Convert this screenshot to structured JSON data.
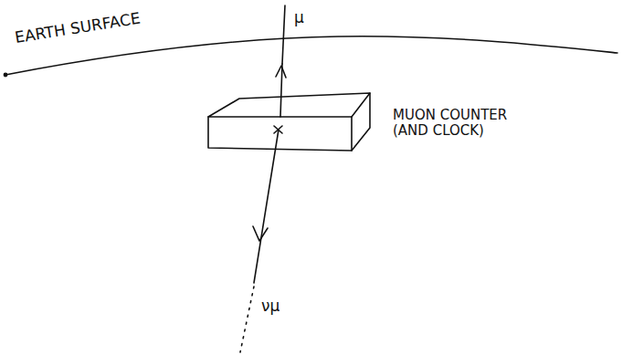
{
  "diagram": {
    "labels": [
      "EARTH SURFACE",
      "μ",
      "MUON COUNTER (AND CLOCK)",
      "νμ"
    ]
  }
}
